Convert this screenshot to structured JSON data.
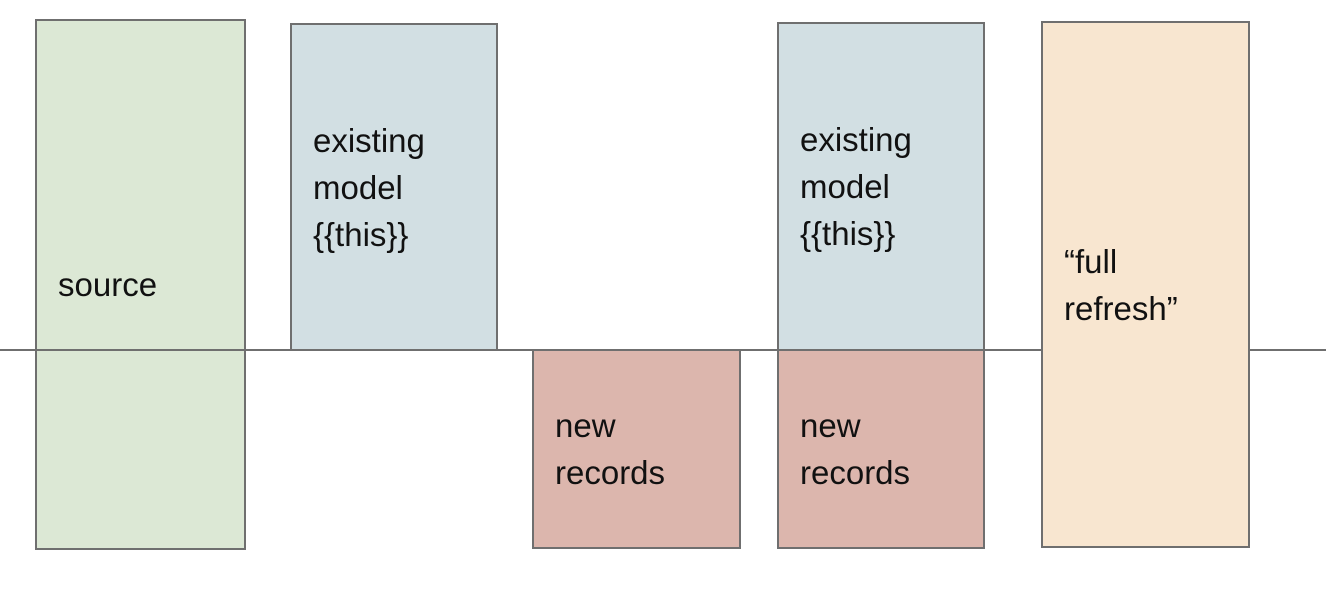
{
  "diagram": {
    "colors": {
      "background": "#ffffff",
      "border": "#6f6f6f",
      "divider_line": "#6f6f6f",
      "text": "#111111",
      "source_fill": "#dce8d5",
      "existing_model_fill": "#d2dfe3",
      "new_records_fill": "#dcb6ad",
      "full_refresh_fill": "#f8e6d0"
    },
    "boxes": {
      "source": {
        "lines": [
          "source"
        ],
        "fill": "#dce8d5",
        "position": "spans divider line"
      },
      "existing_model_left": {
        "lines": [
          "existing",
          "model",
          "{{this}}"
        ],
        "fill": "#d2dfe3",
        "position": "above divider line"
      },
      "new_records_left": {
        "lines": [
          "new",
          "records"
        ],
        "fill": "#dcb6ad",
        "position": "below divider line"
      },
      "existing_model_right": {
        "lines": [
          "existing",
          "model",
          "{{this}}"
        ],
        "fill": "#d2dfe3",
        "position": "above divider line"
      },
      "new_records_right": {
        "lines": [
          "new",
          "records"
        ],
        "fill": "#dcb6ad",
        "position": "below divider line"
      },
      "full_refresh": {
        "lines": [
          "“full",
          "refresh”"
        ],
        "fill": "#f8e6d0",
        "position": "spans divider line, drawn over it"
      }
    }
  }
}
